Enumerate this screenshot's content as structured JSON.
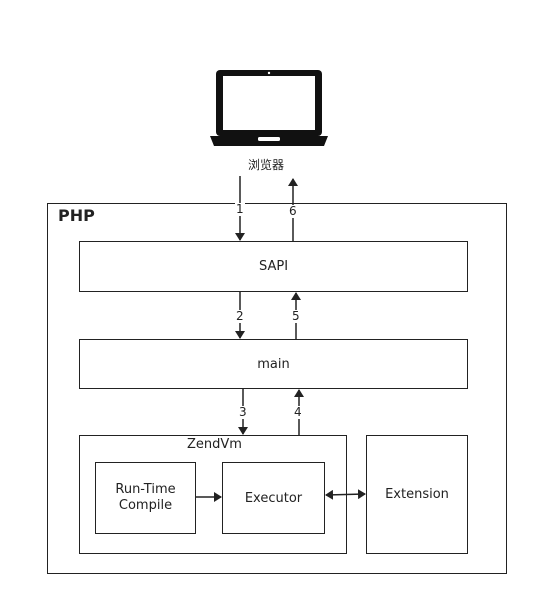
{
  "browser": {
    "label": "浏览器"
  },
  "php": {
    "title": "PHP"
  },
  "sapi": {
    "label": "SAPI"
  },
  "main": {
    "label": "main"
  },
  "zendvm": {
    "title": "ZendVm"
  },
  "compile": {
    "line1": "Run-Time",
    "line2": "Compile"
  },
  "executor": {
    "label": "Executor"
  },
  "extension": {
    "label": "Extension"
  },
  "steps": [
    "1",
    "2",
    "3",
    "4",
    "5",
    "6"
  ]
}
